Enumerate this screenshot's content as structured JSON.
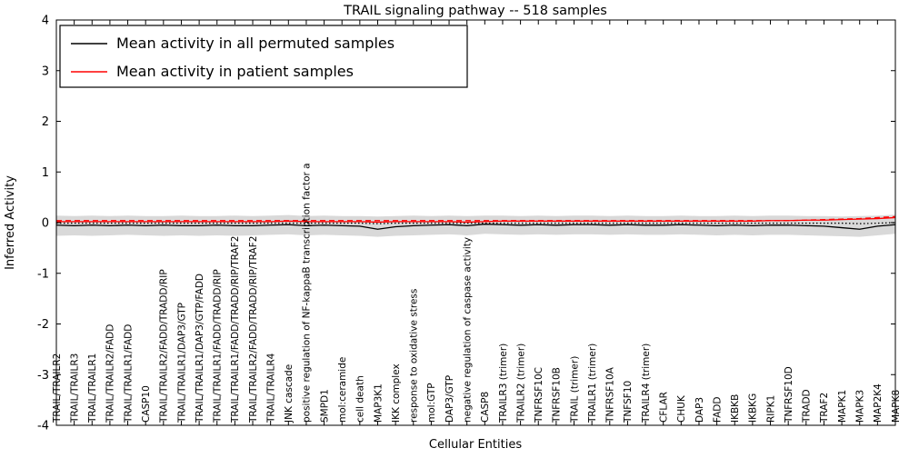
{
  "chart_data": {
    "type": "line",
    "title": "TRAIL signaling pathway -- 518 samples",
    "xlabel": "Cellular Entities",
    "ylabel": "Inferred Activity",
    "ylim": [
      -4,
      4
    ],
    "yticks": [
      -4,
      -3,
      -2,
      -1,
      0,
      1,
      2,
      3,
      4
    ],
    "grid": false,
    "legend_position": "upper-left",
    "band_color": "#d9d9d9",
    "categories": [
      "TRAIL/TRAILR2",
      "TRAIL/TRAILR3",
      "TRAIL/TRAILR1",
      "TRAIL/TRAILR2/FADD",
      "TRAIL/TRAILR1/FADD",
      "CASP10",
      "TRAIL/TRAILR2/FADD/TRADD/RIP",
      "TRAIL/TRAILR1/DAP3/GTP",
      "TRAIL/TRAILR1/DAP3/GTP/FADD",
      "TRAIL/TRAILR1/FADD/TRADD/RIP",
      "TRAIL/TRAILR1/FADD/TRADD/RIP/TRAF2",
      "TRAIL/TRAILR2/FADD/TRADD/RIP/TRAF2",
      "TRAIL/TRAILR4",
      "JNK cascade",
      "positive regulation of NF-kappaB transcription factor a",
      "SMPD1",
      "mol:ceramide",
      "cell death",
      "MAP3K1",
      "IKK complex",
      "response to oxidative stress",
      "mol:GTP",
      "DAP3/GTP",
      "negative regulation of caspase activity",
      "CASP8",
      "TRAILR3 (trimer)",
      "TRAILR2 (trimer)",
      "TNFRSF10C",
      "TNFRSF10B",
      "TRAIL (trimer)",
      "TRAILR1 (trimer)",
      "TNFRSF10A",
      "TNFSF10",
      "TRAILR4 (trimer)",
      "CFLAR",
      "CHUK",
      "DAP3",
      "FADD",
      "IKBKB",
      "IKBKG",
      "RIPK1",
      "TNFRSF10D",
      "TRADD",
      "TRAF2",
      "MAPK1",
      "MAPK3",
      "MAP2K4",
      "MAPK8"
    ],
    "band": {
      "upper": [
        0.14,
        0.13,
        0.14,
        0.13,
        0.14,
        0.13,
        0.13,
        0.14,
        0.13,
        0.13,
        0.14,
        0.13,
        0.14,
        0.15,
        0.13,
        0.14,
        0.13,
        0.13,
        0.12,
        0.13,
        0.14,
        0.13,
        0.14,
        0.13,
        0.14,
        0.14,
        0.13,
        0.14,
        0.13,
        0.14,
        0.14,
        0.13,
        0.14,
        0.13,
        0.13,
        0.14,
        0.13,
        0.13,
        0.14,
        0.13,
        0.14,
        0.14,
        0.13,
        0.13,
        0.12,
        0.13,
        0.14,
        0.16
      ],
      "lower": [
        -0.26,
        -0.25,
        -0.26,
        -0.25,
        -0.24,
        -0.25,
        -0.26,
        -0.25,
        -0.26,
        -0.25,
        -0.26,
        -0.25,
        -0.24,
        -0.23,
        -0.25,
        -0.24,
        -0.25,
        -0.26,
        -0.28,
        -0.26,
        -0.25,
        -0.24,
        -0.23,
        -0.25,
        -0.22,
        -0.23,
        -0.24,
        -0.23,
        -0.24,
        -0.23,
        -0.23,
        -0.24,
        -0.23,
        -0.24,
        -0.24,
        -0.23,
        -0.24,
        -0.25,
        -0.24,
        -0.25,
        -0.24,
        -0.24,
        -0.25,
        -0.26,
        -0.27,
        -0.28,
        -0.25,
        -0.22
      ]
    },
    "series": [
      {
        "name": "Mean activity in all permuted samples",
        "color": "#000000",
        "style": "solid",
        "in_legend": true,
        "values": [
          -0.05,
          -0.06,
          -0.05,
          -0.06,
          -0.05,
          -0.06,
          -0.05,
          -0.06,
          -0.06,
          -0.05,
          -0.06,
          -0.06,
          -0.05,
          -0.04,
          -0.06,
          -0.05,
          -0.06,
          -0.07,
          -0.13,
          -0.08,
          -0.06,
          -0.05,
          -0.04,
          -0.06,
          -0.03,
          -0.04,
          -0.05,
          -0.04,
          -0.05,
          -0.04,
          -0.04,
          -0.05,
          -0.04,
          -0.05,
          -0.05,
          -0.04,
          -0.05,
          -0.06,
          -0.05,
          -0.06,
          -0.05,
          -0.05,
          -0.06,
          -0.07,
          -0.1,
          -0.13,
          -0.07,
          -0.04
        ]
      },
      {
        "name": "Mean activity in patient samples",
        "color": "#ff0000",
        "style": "solid",
        "in_legend": true,
        "values": [
          0.02,
          0.02,
          0.02,
          0.02,
          0.02,
          0.02,
          0.02,
          0.02,
          0.02,
          0.02,
          0.02,
          0.02,
          0.02,
          0.03,
          0.02,
          0.02,
          0.02,
          0.02,
          0.01,
          0.02,
          0.02,
          0.02,
          0.02,
          0.01,
          0.02,
          0.03,
          0.03,
          0.03,
          0.03,
          0.03,
          0.03,
          0.03,
          0.03,
          0.03,
          0.03,
          0.03,
          0.03,
          0.03,
          0.03,
          0.03,
          0.04,
          0.04,
          0.05,
          0.05,
          0.06,
          0.07,
          0.08,
          0.1
        ]
      },
      {
        "name": "permuted-median-dotted",
        "color": "#000000",
        "style": "dotted",
        "in_legend": false,
        "values": [
          -0.01,
          -0.01,
          -0.01,
          -0.01,
          -0.01,
          -0.01,
          -0.01,
          -0.01,
          -0.01,
          -0.01,
          -0.01,
          -0.01,
          -0.01,
          -0.01,
          -0.01,
          -0.01,
          -0.01,
          -0.01,
          -0.02,
          -0.01,
          -0.01,
          -0.01,
          -0.01,
          -0.01,
          -0.01,
          -0.01,
          -0.01,
          -0.01,
          -0.01,
          -0.01,
          -0.01,
          -0.01,
          -0.01,
          -0.01,
          -0.01,
          -0.01,
          -0.01,
          -0.01,
          -0.01,
          -0.01,
          -0.01,
          -0.01,
          -0.01,
          -0.01,
          -0.01,
          -0.02,
          -0.01,
          0.0
        ]
      },
      {
        "name": "patient-median-dashed",
        "color": "#ff0000",
        "style": "dashed",
        "in_legend": false,
        "values": [
          0.04,
          0.04,
          0.04,
          0.04,
          0.04,
          0.04,
          0.04,
          0.04,
          0.04,
          0.04,
          0.04,
          0.04,
          0.04,
          0.04,
          0.04,
          0.04,
          0.04,
          0.04,
          0.04,
          0.04,
          0.04,
          0.04,
          0.04,
          0.04,
          0.04,
          0.04,
          0.04,
          0.04,
          0.04,
          0.04,
          0.04,
          0.04,
          0.04,
          0.04,
          0.04,
          0.04,
          0.04,
          0.04,
          0.04,
          0.04,
          0.04,
          0.04,
          0.05,
          0.06,
          0.07,
          0.08,
          0.1,
          0.12
        ]
      }
    ],
    "legend": {
      "entries": [
        {
          "label": "Mean activity in all permuted samples",
          "color": "#000000"
        },
        {
          "label": "Mean activity in patient samples",
          "color": "#ff0000"
        }
      ]
    }
  }
}
